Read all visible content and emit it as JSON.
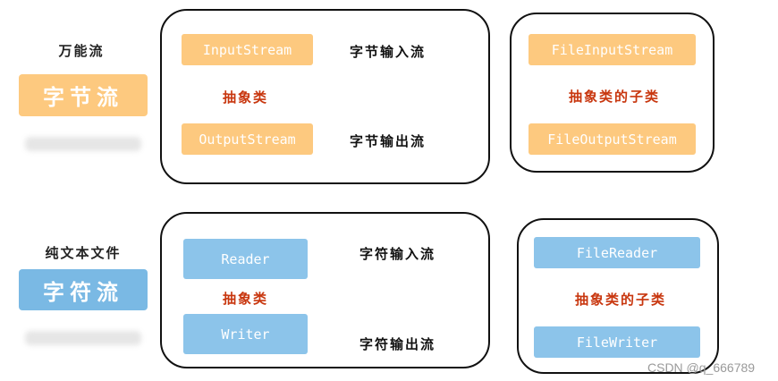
{
  "byte": {
    "side_label": "万能流",
    "category": "字节流",
    "abstract_label": "抽象类",
    "input_class": "InputStream",
    "input_desc": "字节输入流",
    "output_class": "OutputStream",
    "output_desc": "字节输出流",
    "sub_input_class": "FileInputStream",
    "sub_output_class": "FileOutputStream",
    "subclass_label": "抽象类的子类"
  },
  "char": {
    "side_label": "纯文本文件",
    "category": "字符流",
    "abstract_label": "抽象类",
    "reader_class": "Reader",
    "reader_desc": "字符输入流",
    "writer_class": "Writer",
    "writer_desc": "字符输出流",
    "sub_reader_class": "FileReader",
    "sub_writer_class": "FileWriter",
    "subclass_label": "抽象类的子类"
  },
  "watermark": "CSDN @q_666789",
  "colors": {
    "byte_accent": "#fdc97f",
    "char_accent": "#7ab9e4",
    "abstract_text": "#c8360e"
  }
}
